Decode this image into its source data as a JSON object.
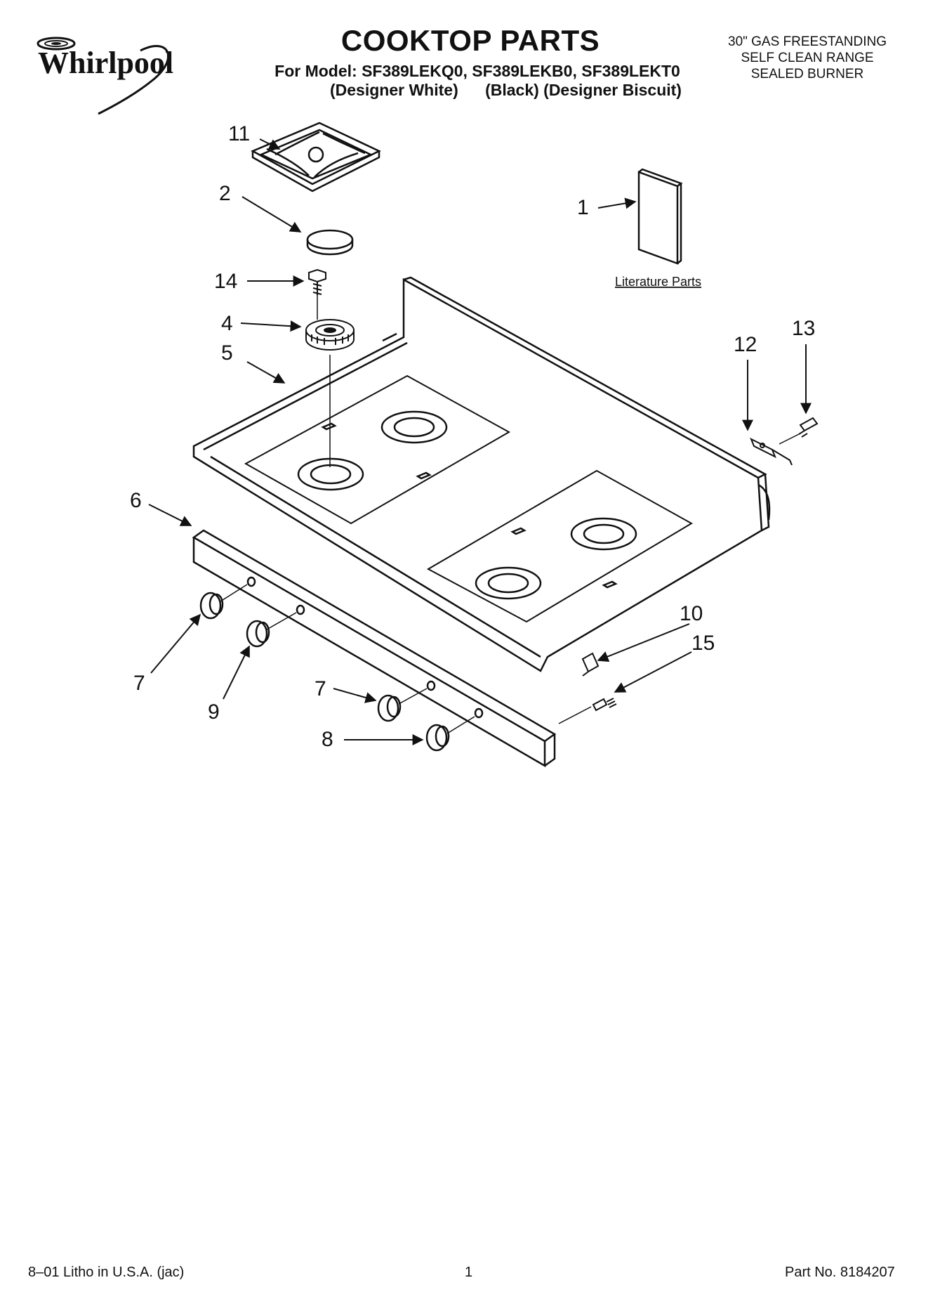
{
  "brand": "Whirlpool",
  "title": "COOKTOP PARTS",
  "model_line": "For Model: SF389LEKQ0, SF389LEKB0, SF389LEKT0",
  "colors_line": "(Designer White)      (Black) (Designer Biscuit)",
  "product_desc": [
    "30\" GAS FREESTANDING",
    "SELF CLEAN RANGE",
    "SEALED BURNER"
  ],
  "literature_label": "Literature Parts",
  "callouts": {
    "c1": "1",
    "c2": "2",
    "c4": "4",
    "c5": "5",
    "c6": "6",
    "c7a": "7",
    "c7b": "7",
    "c8": "8",
    "c9": "9",
    "c10": "10",
    "c11": "11",
    "c12": "12",
    "c13": "13",
    "c14": "14",
    "c15": "15"
  },
  "footer": {
    "left": "8–01 Litho in U.S.A. (jac)",
    "center": "1",
    "right": "Part No. 8184207"
  }
}
